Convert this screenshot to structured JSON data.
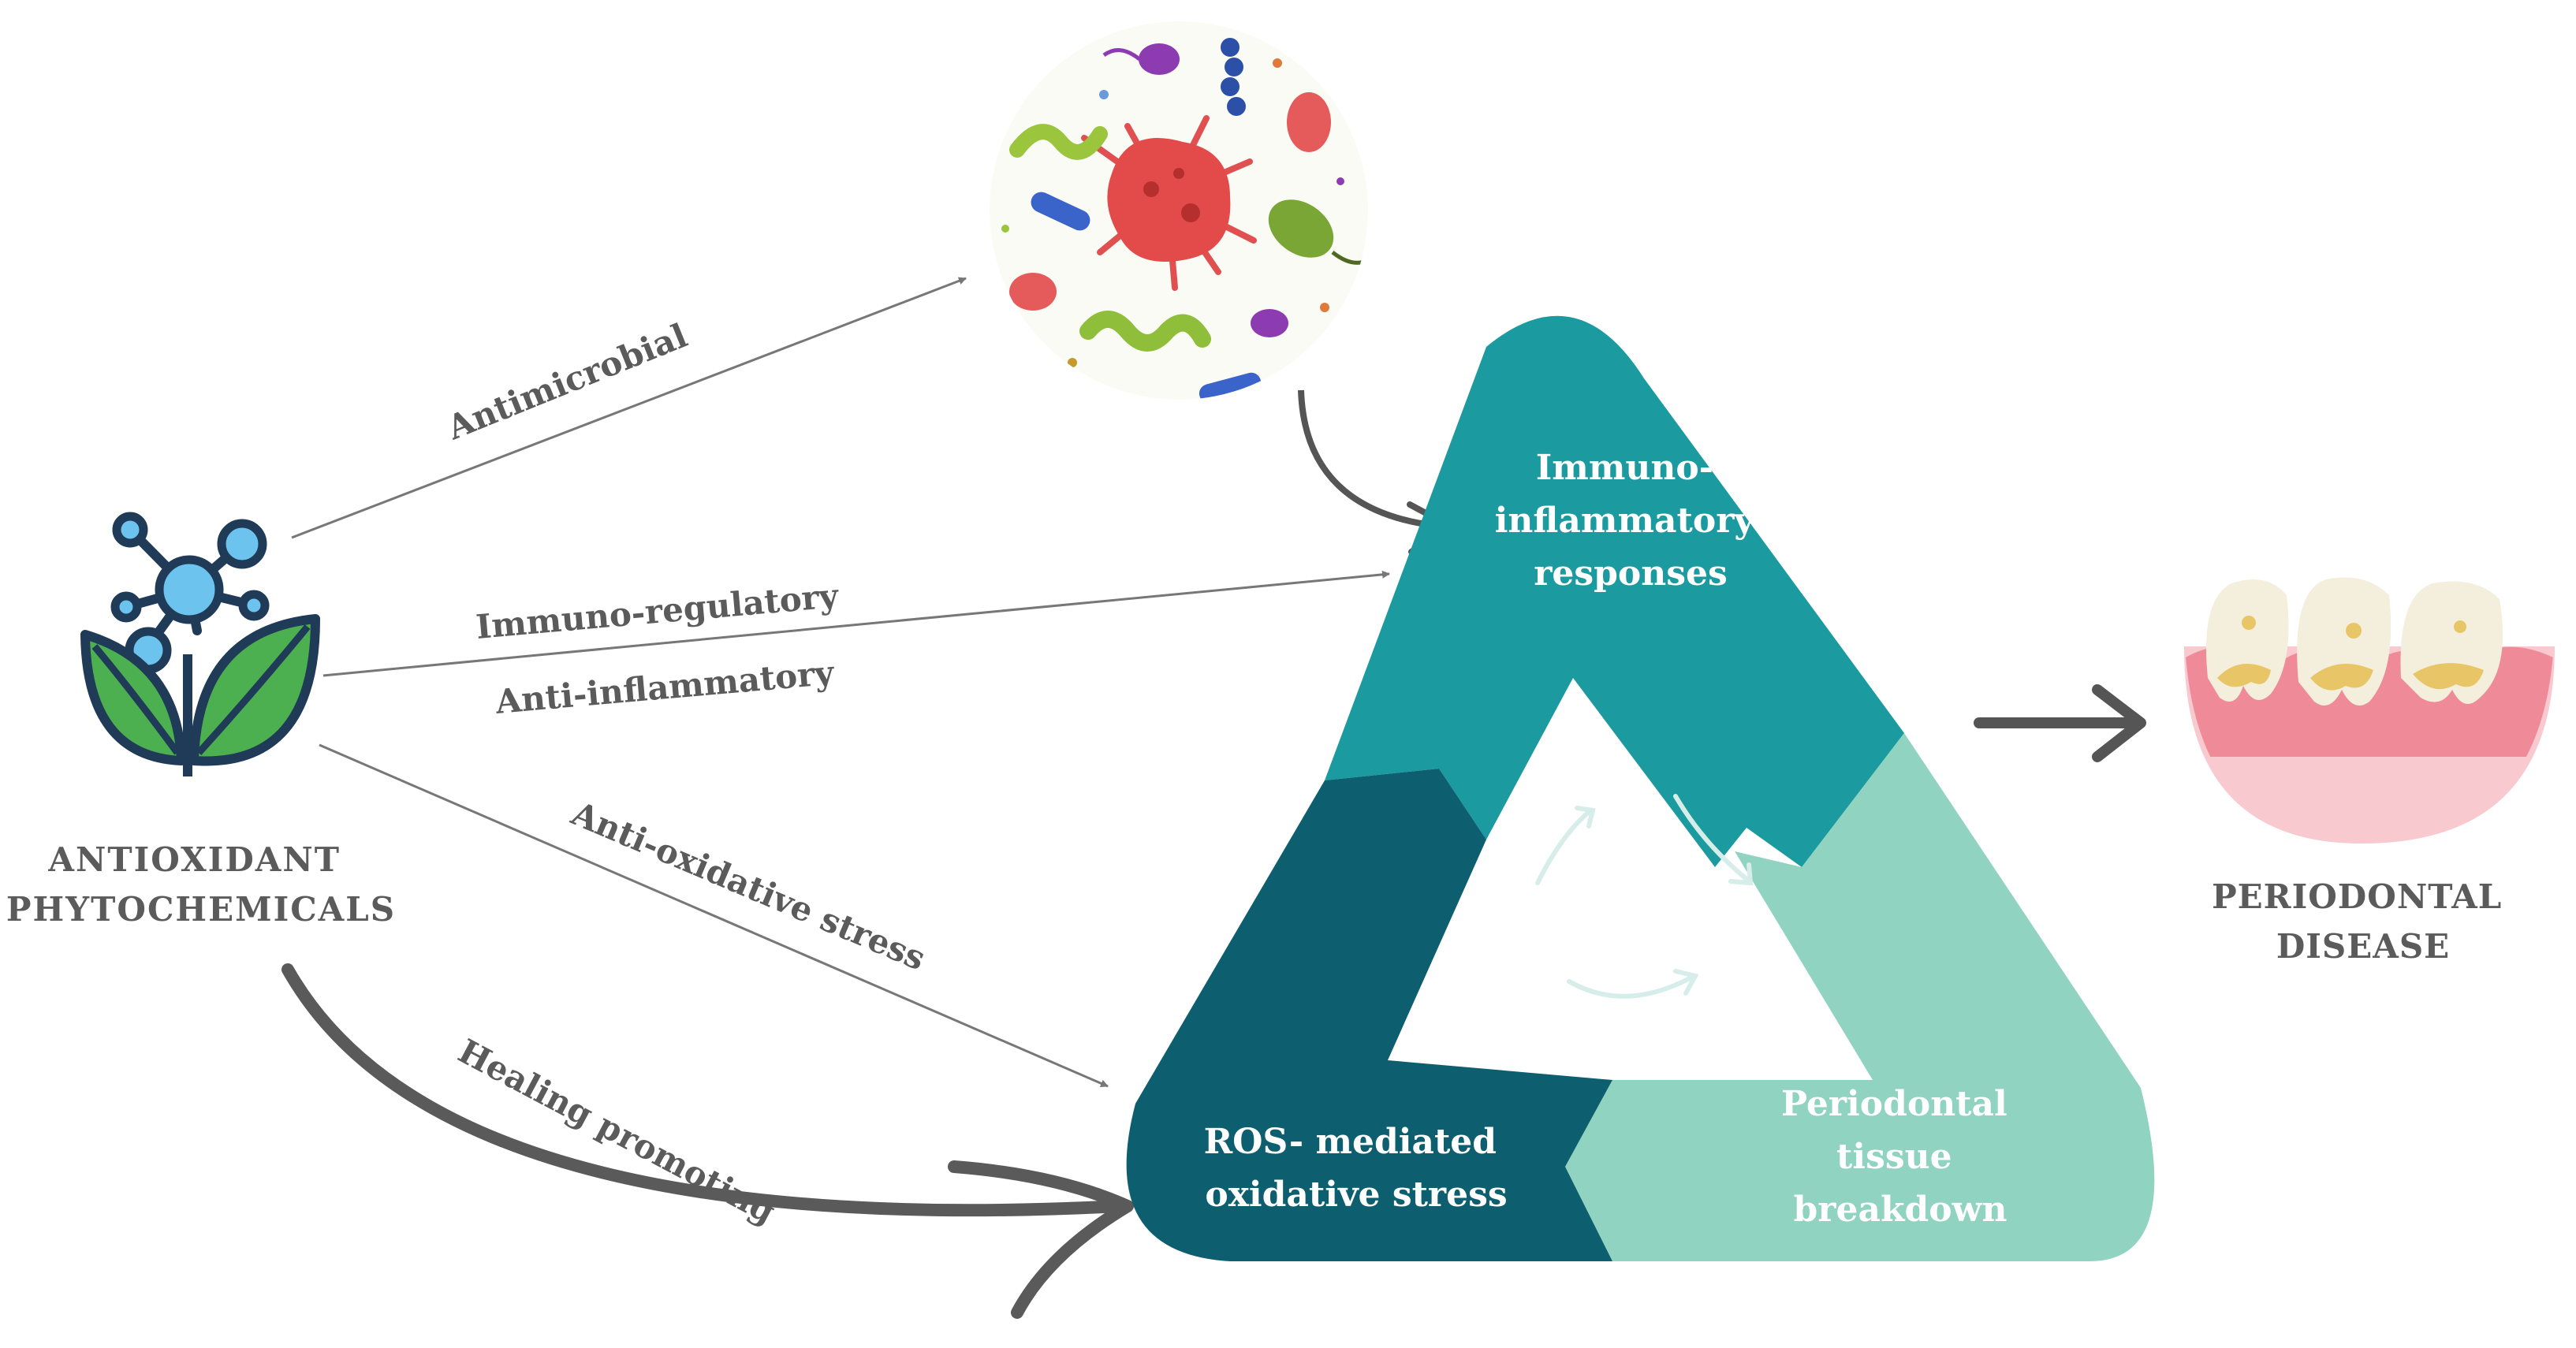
{
  "source": {
    "line1": "ANTIOXIDANT",
    "line2": "PHYTOCHEMICALS"
  },
  "effects": {
    "antimicrobial": "Antimicrobial",
    "immuno_regulatory": "Immuno-regulatory",
    "anti_inflammatory": "Anti-inflammatory",
    "anti_oxidative": "Anti-oxidative stress",
    "healing": "Healing promoting"
  },
  "cycle": {
    "immuno": {
      "line1": "Immuno-",
      "line2": "inflammatory",
      "line3": "responses"
    },
    "ros": {
      "line1": "ROS- mediated",
      "line2": "oxidative stress"
    },
    "tissue": {
      "line1": "Periodontal",
      "line2": "tissue",
      "line3": "breakdown"
    }
  },
  "outcome": {
    "line1": "PERIODONTAL",
    "line2": "DISEASE"
  },
  "colors": {
    "immuno_segment": "#1b9aa0",
    "ros_segment": "#0d5f70",
    "tissue_segment": "#8fd3c0",
    "label_text": "#5b5b5b",
    "arrow": "#555555",
    "leaf_green": "#4caf50",
    "molecule_blue": "#6cc3ee"
  },
  "icons": {
    "source": "plant-molecule-icon",
    "microbes": "microbes-icon",
    "outcome": "diseased-teeth-icon"
  }
}
